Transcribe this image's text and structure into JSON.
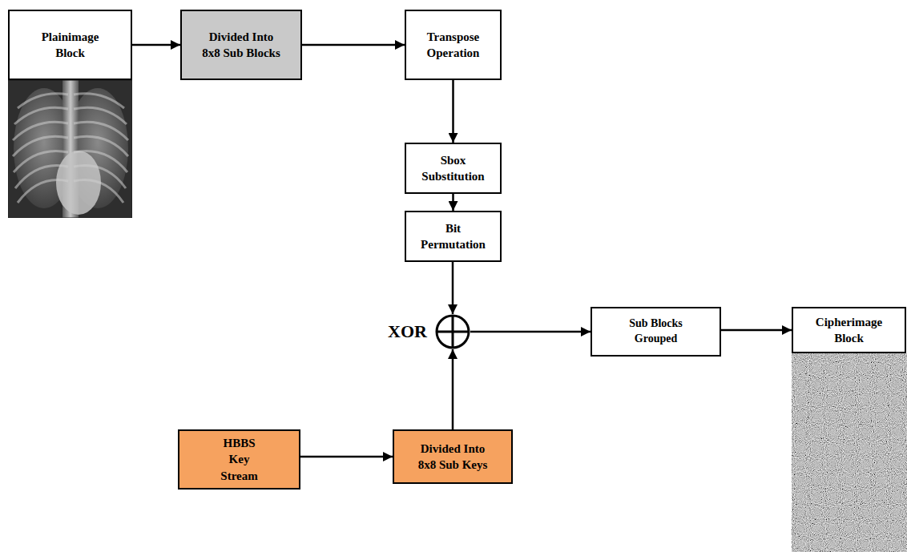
{
  "diagram": {
    "nodes": [
      {
        "text": [
          "Plainimage Block"
        ]
      },
      {
        "text": [
          "Divided Into 8x8 Sub Blocks"
        ]
      },
      {
        "text": [
          "Transpose Operation"
        ]
      },
      {
        "text": [
          "Sbox Substitution"
        ]
      },
      {
        "text": [
          "Bit Permutation"
        ]
      },
      {
        "text": [
          "XOR"
        ]
      },
      {
        "text": [
          "Sub Blocks Grouped"
        ]
      },
      {
        "text": [
          "Cipherimage Block"
        ]
      },
      {
        "text": [
          "HBBS Key Stream"
        ]
      },
      {
        "text": [
          "Divided Into 8x8 Sub Keys"
        ]
      }
    ],
    "edges": [
      {
        "from": 0,
        "to": 1,
        "arrow": "to"
      },
      {
        "from": 1,
        "to": 2,
        "arrow": "to"
      },
      {
        "from": 2,
        "to": 3,
        "arrow": "to"
      },
      {
        "from": 3,
        "to": 4,
        "arrow": "to"
      },
      {
        "from": 4,
        "to": 5,
        "arrow": "to"
      },
      {
        "from": 9,
        "to": 5,
        "arrow": "to"
      },
      {
        "from": 5,
        "to": 6,
        "arrow": "to"
      },
      {
        "from": 6,
        "to": 7,
        "arrow": "to"
      },
      {
        "from": 8,
        "to": 9,
        "arrow": "to"
      }
    ]
  }
}
